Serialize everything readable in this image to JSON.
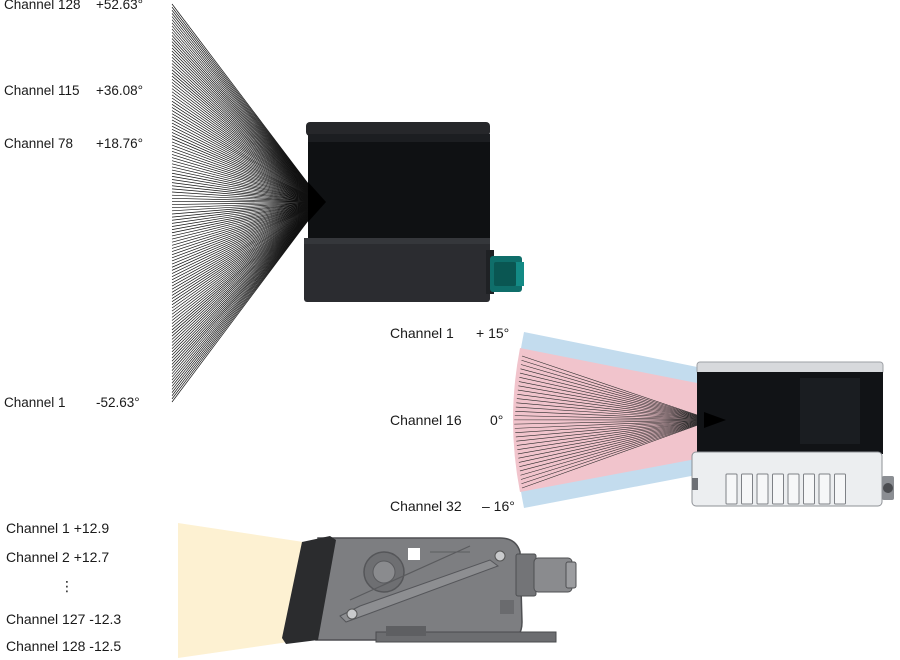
{
  "diagram_top": {
    "labels": [
      {
        "channel": "Channel 128",
        "angle": "+52.63°"
      },
      {
        "channel": "Channel 115",
        "angle": "+36.08°"
      },
      {
        "channel": "Channel 78",
        "angle": "+18.76°"
      },
      {
        "channel": "Channel 1",
        "angle": "-52.63°"
      }
    ],
    "beam_count": 128,
    "colors": {
      "beam": "#111111",
      "body": "#131517",
      "base": "#2a2b2e",
      "connector": "#0f6e6a"
    }
  },
  "diagram_middle": {
    "labels": [
      {
        "channel": "Channel 1",
        "angle": "+ 15°"
      },
      {
        "channel": "Channel 16",
        "angle": "0°"
      },
      {
        "channel": "Channel 32",
        "angle": "– 16°"
      }
    ],
    "beam_count": 32,
    "colors": {
      "outer_band": "#c3dcee",
      "inner_band": "#f1c4cc",
      "beam": "#2a2a2a",
      "body": "#121416",
      "base": "#e6e8eb"
    }
  },
  "diagram_bottom": {
    "labels": [
      {
        "text": "Channel 1 +12.9"
      },
      {
        "text": "Channel 2 +12.7"
      },
      {
        "text": "⋮"
      },
      {
        "text": "Channel 127 -12.3"
      },
      {
        "text": "Channel 128 -12.5"
      }
    ],
    "colors": {
      "fan": "#fdf1d2",
      "housing": "#7c7d80",
      "bezel": "#2b2c2e"
    }
  }
}
